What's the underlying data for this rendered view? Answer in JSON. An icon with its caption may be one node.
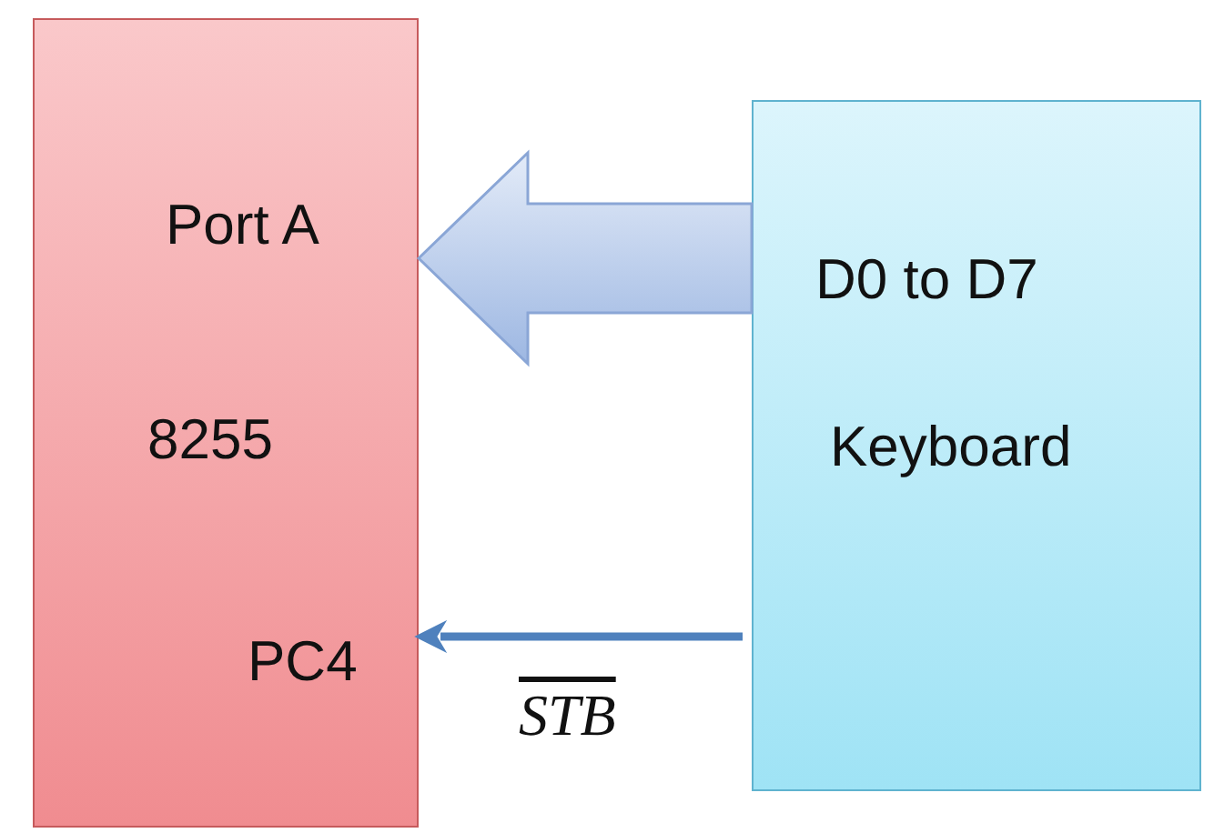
{
  "diagram": {
    "nodes": [
      {
        "text": [
          "Port A",
          "8255",
          "PC4"
        ]
      },
      {
        "text": [
          "D0 to D7",
          "Keyboard"
        ]
      }
    ],
    "edges": [
      {
        "from": 1,
        "to": 0,
        "arrow": "to",
        "style": "thick"
      },
      {
        "from": 1,
        "to": 0,
        "arrow": "to",
        "label": "STB"
      }
    ]
  }
}
